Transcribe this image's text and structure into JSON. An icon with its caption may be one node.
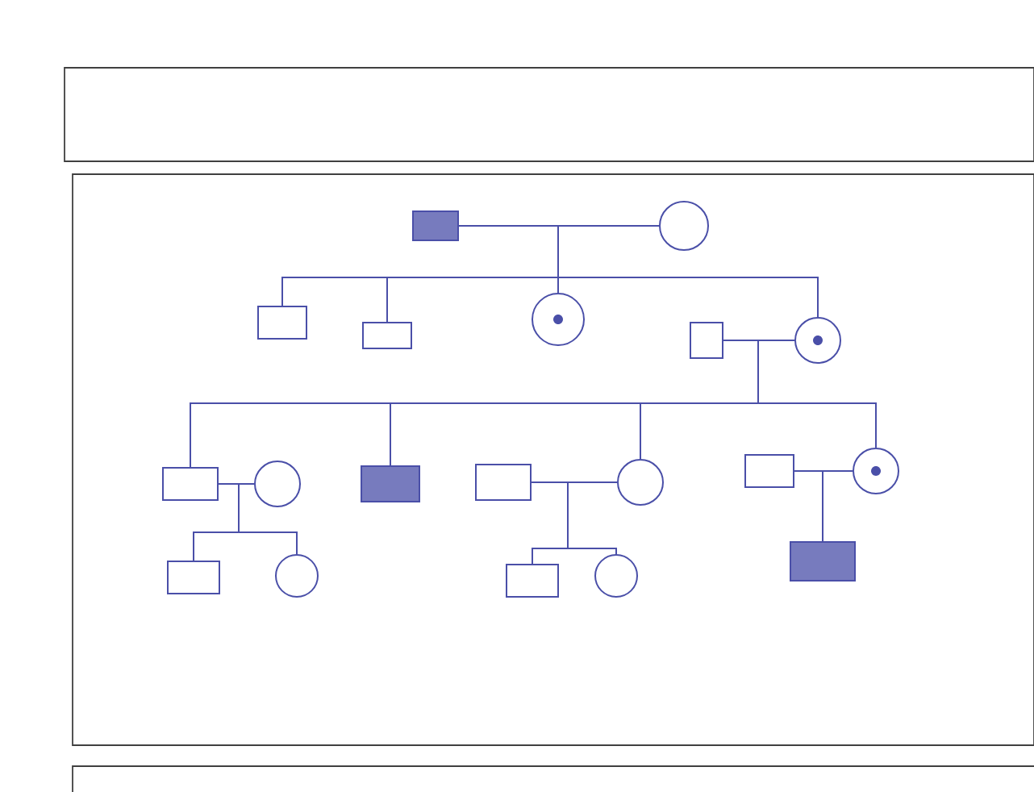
{
  "diagram": {
    "nodes": [
      {
        "text": [],
        "shape": "box"
      },
      {
        "text": [],
        "shape": "circle"
      },
      {
        "text": [],
        "shape": "box"
      },
      {
        "text": [],
        "shape": "box"
      },
      {
        "text": [],
        "shape": "circle"
      },
      {
        "text": [],
        "shape": "box"
      },
      {
        "text": [],
        "shape": "circle"
      },
      {
        "text": [],
        "shape": "box"
      },
      {
        "text": [],
        "shape": "circle"
      },
      {
        "text": [],
        "shape": "box"
      },
      {
        "text": [],
        "shape": "box"
      },
      {
        "text": [],
        "shape": "circle"
      },
      {
        "text": [],
        "shape": "box"
      },
      {
        "text": [],
        "shape": "circle"
      },
      {
        "text": [],
        "shape": "box"
      },
      {
        "text": [],
        "shape": "circle"
      },
      {
        "text": [],
        "shape": "box"
      },
      {
        "text": [],
        "shape": "circle"
      },
      {
        "text": [],
        "shape": "box"
      }
    ],
    "edges": [
      {
        "from": 0,
        "to": 1,
        "arrow": "none"
      },
      {
        "from": 0,
        "to": 2,
        "arrow": "none"
      },
      {
        "from": 0,
        "to": 3,
        "arrow": "none"
      },
      {
        "from": 0,
        "to": 4,
        "arrow": "none"
      },
      {
        "from": 0,
        "to": 6,
        "arrow": "none"
      },
      {
        "from": 5,
        "to": 6,
        "arrow": "none"
      },
      {
        "from": 6,
        "to": 7,
        "arrow": "none"
      },
      {
        "from": 6,
        "to": 9,
        "arrow": "none"
      },
      {
        "from": 6,
        "to": 11,
        "arrow": "none"
      },
      {
        "from": 6,
        "to": 13,
        "arrow": "none"
      },
      {
        "from": 7,
        "to": 8,
        "arrow": "none"
      },
      {
        "from": 7,
        "to": 14,
        "arrow": "none"
      },
      {
        "from": 7,
        "to": 15,
        "arrow": "none"
      },
      {
        "from": 10,
        "to": 11,
        "arrow": "none"
      },
      {
        "from": 11,
        "to": 16,
        "arrow": "none"
      },
      {
        "from": 11,
        "to": 17,
        "arrow": "none"
      },
      {
        "from": 12,
        "to": 13,
        "arrow": "none"
      },
      {
        "from": 13,
        "to": 18,
        "arrow": "none"
      }
    ]
  }
}
